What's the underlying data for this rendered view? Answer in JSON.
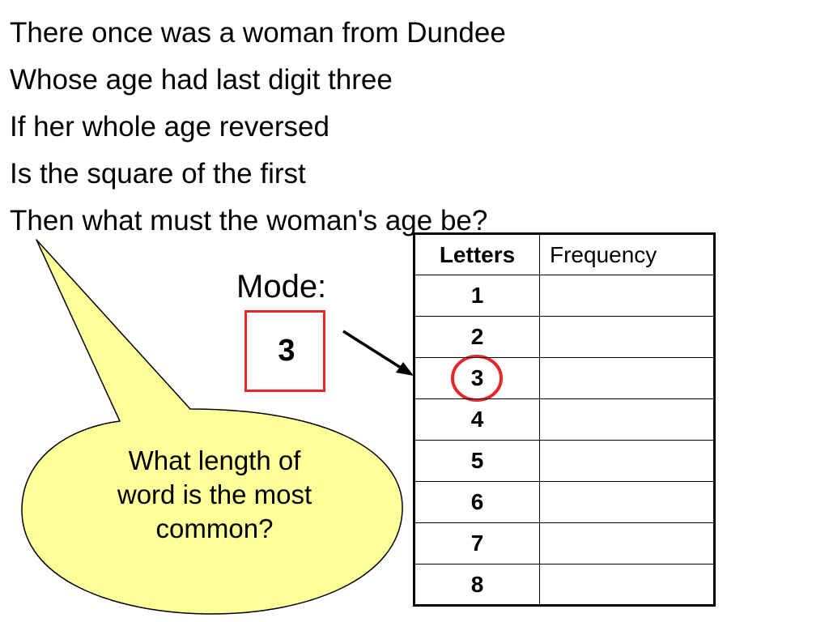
{
  "poem": {
    "lines": [
      "There once was a woman from Dundee",
      "Whose age had last digit three",
      "If her whole age reversed",
      "Is the square of the first",
      "Then what must the woman's age be?"
    ]
  },
  "bubble": {
    "text_lines": [
      "What length of",
      "word is the most",
      "common?"
    ]
  },
  "mode": {
    "label": "Mode:",
    "value": "3"
  },
  "table": {
    "headers": {
      "letters": "Letters",
      "frequency": "Frequency"
    },
    "rows": [
      {
        "letters": "1",
        "frequency": ""
      },
      {
        "letters": "2",
        "frequency": ""
      },
      {
        "letters": "3",
        "frequency": ""
      },
      {
        "letters": "4",
        "frequency": ""
      },
      {
        "letters": "5",
        "frequency": ""
      },
      {
        "letters": "6",
        "frequency": ""
      },
      {
        "letters": "7",
        "frequency": ""
      },
      {
        "letters": "8",
        "frequency": ""
      }
    ]
  },
  "colors": {
    "bubble_fill": "#ffff99",
    "highlight_red": "#e8262a"
  },
  "icons": {
    "arrow": "arrow-icon",
    "circle": "highlight-circle-icon"
  }
}
